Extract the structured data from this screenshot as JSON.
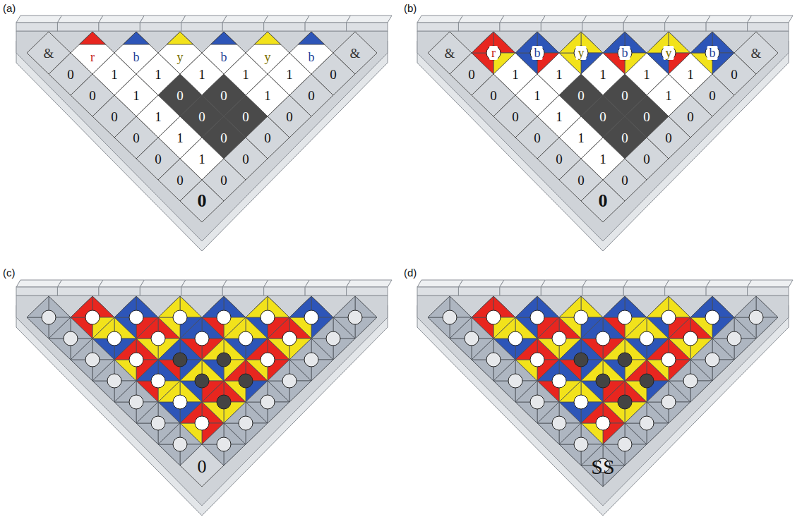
{
  "diagram": {
    "labels": [
      "(a)",
      "&",
      "r",
      "b",
      "y",
      "b",
      "y",
      "b",
      "&",
      "0",
      "1",
      "1",
      "1",
      "1",
      "1",
      "0",
      "0",
      "1",
      "0",
      "0",
      "1",
      "0",
      "0",
      "1",
      "0",
      "0",
      "0",
      "0",
      "1",
      "0",
      "0",
      "0",
      "1",
      "0",
      "0",
      "0",
      "0",
      "(b)",
      "&",
      "r",
      "b",
      "y",
      "b",
      "y",
      "b",
      "&",
      "0",
      "1",
      "1",
      "1",
      "1",
      "1",
      "0",
      "0",
      "1",
      "0",
      "0",
      "1",
      "0",
      "0",
      "1",
      "0",
      "0",
      "0",
      "0",
      "1",
      "0",
      "0",
      "0",
      "1",
      "0",
      "0",
      "0",
      "0",
      "(c)",
      "0",
      "(d)",
      "SS"
    ]
  }
}
